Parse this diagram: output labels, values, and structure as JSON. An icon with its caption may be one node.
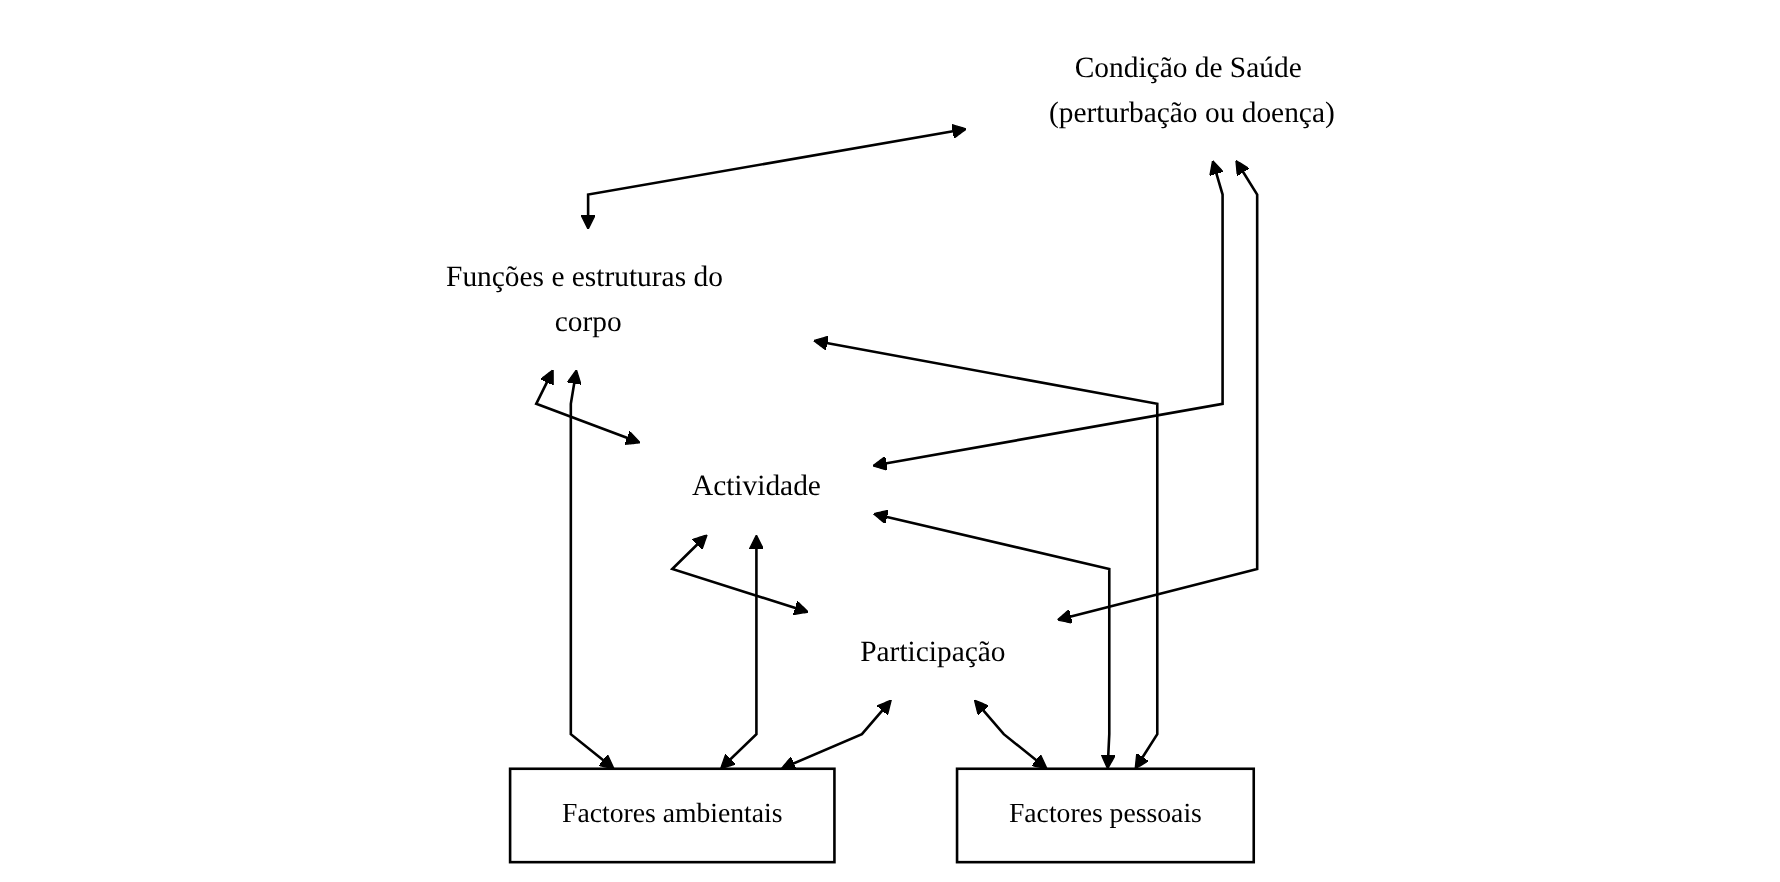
{
  "diagram": {
    "nodes": [
      {
        "text": [
          "Condição de Saúde (perturbação ou doença)"
        ]
      },
      {
        "text": [
          "Funções e estruturas do corpo"
        ]
      },
      {
        "text": [
          "Actividade"
        ]
      },
      {
        "text": [
          "Participação"
        ]
      },
      {
        "text": [
          "Factores ambientais"
        ]
      },
      {
        "text": [
          "Factores pessoais"
        ]
      }
    ],
    "edges": [
      {
        "from": 0,
        "to": 1,
        "arrow": "both"
      },
      {
        "from": 0,
        "to": 2,
        "arrow": "both"
      },
      {
        "from": 0,
        "to": 3,
        "arrow": "both"
      },
      {
        "from": 1,
        "to": 2,
        "arrow": "both"
      },
      {
        "from": 2,
        "to": 3,
        "arrow": "both"
      },
      {
        "from": 1,
        "to": 4,
        "arrow": "both"
      },
      {
        "from": 2,
        "to": 4,
        "arrow": "both"
      },
      {
        "from": 3,
        "to": 4,
        "arrow": "both"
      },
      {
        "from": 1,
        "to": 5,
        "arrow": "both"
      },
      {
        "from": 2,
        "to": 5,
        "arrow": "both"
      },
      {
        "from": 3,
        "to": 5,
        "arrow": "both"
      }
    ]
  }
}
